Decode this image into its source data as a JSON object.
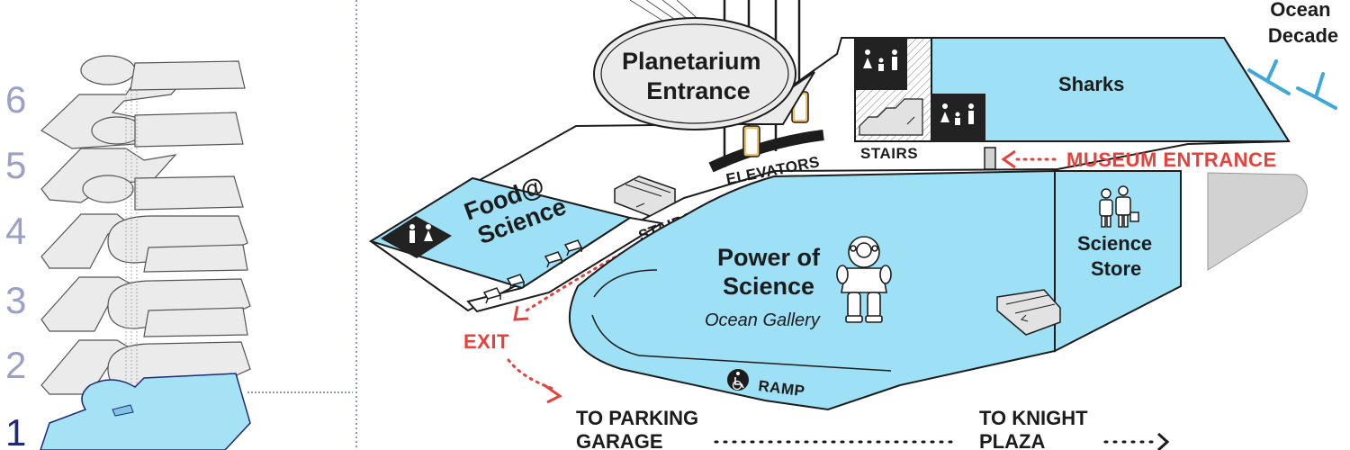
{
  "floor_selector": {
    "floors": [
      "6",
      "5",
      "4",
      "3",
      "2",
      "1"
    ],
    "current_floor": "1"
  },
  "map": {
    "planetarium_entrance": [
      "Planetarium",
      "Entrance"
    ],
    "ocean_decade": [
      "Ocean",
      "Decade"
    ],
    "sharks": "Sharks",
    "stairs_top": "STAIRS",
    "elevators": "ELEVATORS",
    "museum_entrance": "MUSEUM ENTRANCE",
    "food_science": [
      "Food@",
      "Science"
    ],
    "stairs_left": "STAIRS",
    "science_store": [
      "Science",
      "Store"
    ],
    "power_of_science": [
      "Power of",
      "Science"
    ],
    "ocean_gallery": "Ocean Gallery",
    "exit": "EXIT",
    "ramp": "RAMP",
    "to_parking": [
      "TO PARKING",
      "GARAGE"
    ],
    "to_knight_plaza": [
      "TO KNIGHT",
      "PLAZA"
    ]
  },
  "colors": {
    "exhibit_blue": "#9ee0f5",
    "accent_red": "#e8413c",
    "floor_inactive": "#9aa0c8",
    "floor_active": "#1d2a7a"
  }
}
